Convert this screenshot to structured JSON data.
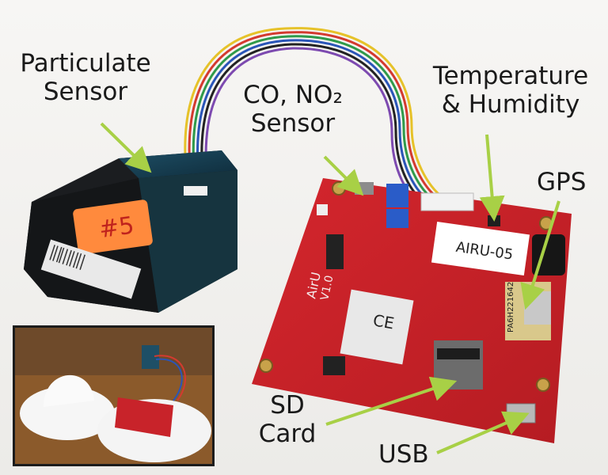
{
  "labels": {
    "particulate_line1": "Particulate",
    "particulate_line2": "Sensor",
    "co_no2_line1": "CO, NO₂",
    "co_no2_line2": "Sensor",
    "temp_line1": "Temperature",
    "temp_line2": "& Humidity",
    "gps": "GPS",
    "sd_line1": "SD",
    "sd_line2": "Card",
    "usb": "USB"
  },
  "board_markings": {
    "board_tag": "AIRU-05",
    "board_name": "AirU",
    "board_version": "V1.0",
    "sensor_handwriting": "#5",
    "gps_module_id": "PA6H221642"
  },
  "colors": {
    "arrow": "#a8d046",
    "pcb": "#c8232a",
    "sensor_body": "#1b1d20",
    "background": "#f4f3f1"
  }
}
